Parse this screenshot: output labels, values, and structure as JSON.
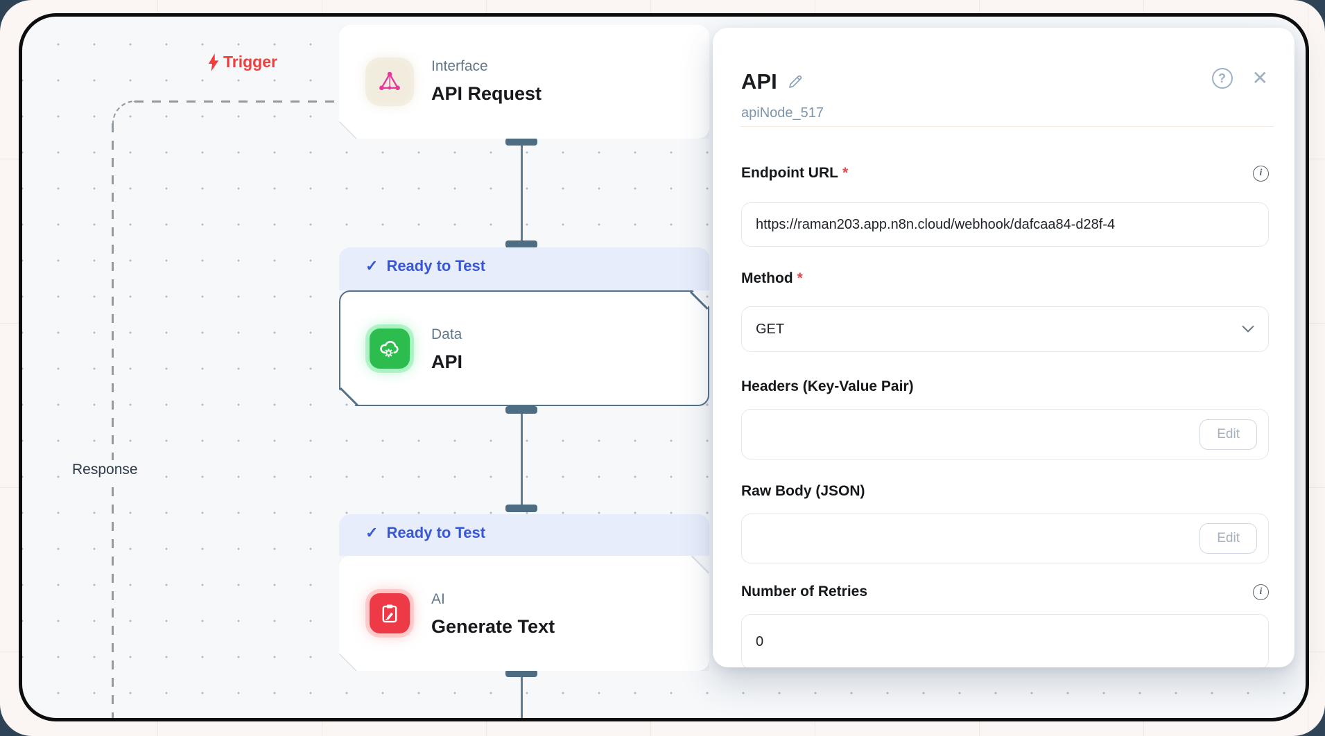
{
  "canvas": {
    "trigger": {
      "icon": "lightning-bolt-icon",
      "label": "Trigger"
    },
    "response_label": "Response",
    "nodes": {
      "interface": {
        "icon": "graphql-icon",
        "category": "Interface",
        "title": "API Request"
      },
      "data": {
        "badge": {
          "icon": "check-icon",
          "check_glyph": "✓",
          "label": "Ready to Test"
        },
        "icon": "cloud-gear-icon",
        "category": "Data",
        "title": "API",
        "selected": true
      },
      "ai": {
        "badge": {
          "icon": "check-icon",
          "check_glyph": "✓",
          "label": "Ready to Test"
        },
        "icon": "clipboard-pencil-icon",
        "category": "AI",
        "title": "Generate Text"
      }
    }
  },
  "panel": {
    "title": "API",
    "subtitle": "apiNode_517",
    "header_icons": {
      "edit": "pencil-icon",
      "help": "question-icon",
      "close": "close-icon",
      "help_glyph": "?",
      "close_glyph": "✕",
      "info_glyph": "i"
    },
    "fields": {
      "endpoint_url": {
        "label": "Endpoint URL",
        "required": "*",
        "value": "https://raman203.app.n8n.cloud/webhook/dafcaa84-d28f-4",
        "has_info": true
      },
      "method": {
        "label": "Method",
        "required": "*",
        "value": "GET",
        "type": "select"
      },
      "headers": {
        "label": "Headers (Key-Value Pair)",
        "value": "",
        "button": "Edit"
      },
      "raw_body": {
        "label": "Raw Body (JSON)",
        "value": "",
        "button": "Edit"
      },
      "retries": {
        "label": "Number of Retries",
        "value": "0",
        "has_info": true
      }
    }
  },
  "colors": {
    "accent_blue": "#3757d6",
    "trigger_red": "#f03e3e",
    "node_green": "#2dbd4e",
    "node_red": "#ee3a46",
    "interface_beige": "#f2ecdf",
    "selection_slate": "#54718a",
    "canvas_bg": "#f6f8fa",
    "panel_bg": "#ffffff",
    "required_red": "#e5484d"
  }
}
